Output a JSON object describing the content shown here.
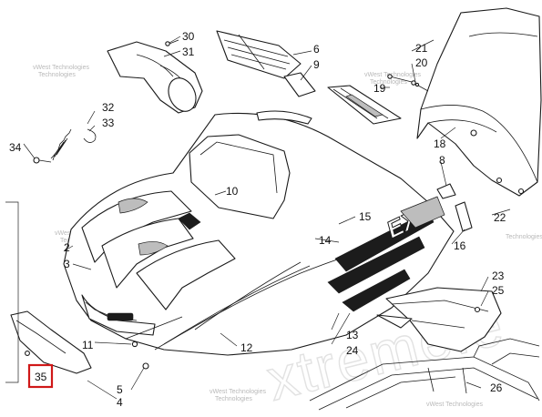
{
  "callouts": {
    "n30": "30",
    "n31": "31",
    "n6": "6",
    "n9": "9",
    "n21": "21",
    "n20": "20",
    "n19": "19",
    "n32": "32",
    "n33": "33",
    "n34": "34",
    "n18": "18",
    "n8": "8",
    "n10": "10",
    "n15": "15",
    "n22": "22",
    "n14": "14",
    "n16": "16",
    "n2": "2",
    "n3": "3",
    "n23": "23",
    "n25": "25",
    "n13": "13",
    "n24": "24",
    "n11": "11",
    "n12": "12",
    "n35": "35",
    "n5": "5",
    "n4": "4",
    "n26": "26"
  },
  "highlighted_callout": "35",
  "watermark": {
    "line1": "vWest Technologies",
    "line2": "Technologies",
    "large": "xtremefe"
  },
  "decal_text": "EXT",
  "colors": {
    "highlight": "#d01818",
    "line": "#1a1a1a"
  }
}
